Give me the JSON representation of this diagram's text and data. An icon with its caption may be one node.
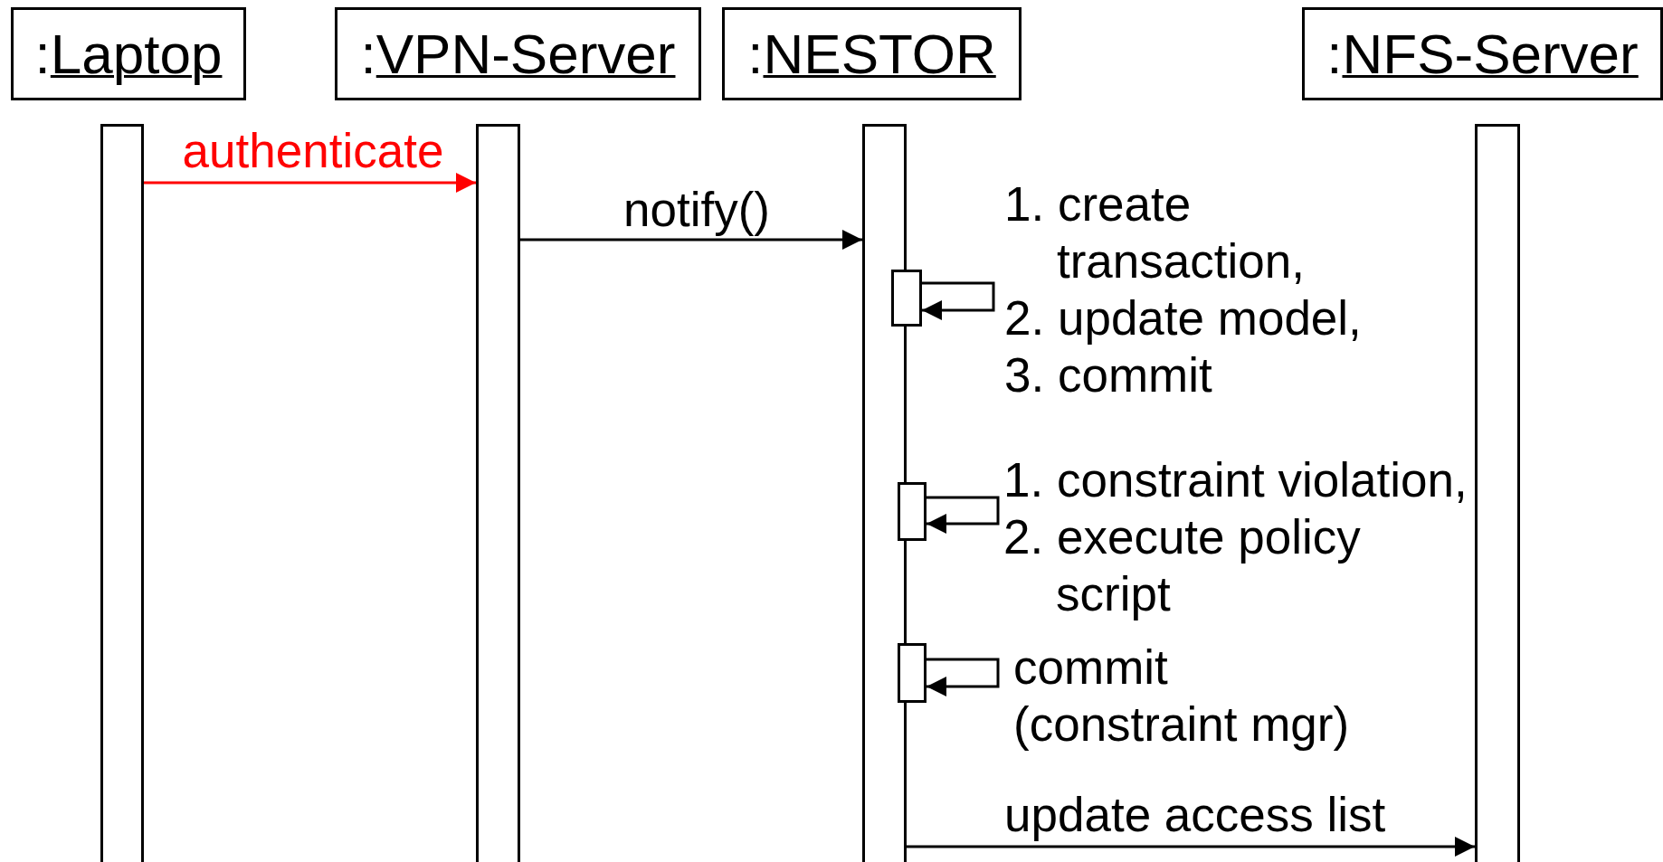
{
  "diagram": {
    "nodes": [
      {
        "text": [
          ":Laptop"
        ]
      },
      {
        "text": [
          ":VPN-Server"
        ]
      },
      {
        "text": [
          ":NESTOR"
        ]
      },
      {
        "text": [
          ":NFS-Server"
        ]
      },
      {
        "text": [],
        "shape": "bar"
      },
      {
        "text": [],
        "shape": "bar"
      },
      {
        "text": [],
        "shape": "bar"
      },
      {
        "text": [],
        "shape": "bar"
      },
      {
        "text": [],
        "shape": "box"
      },
      {
        "text": [],
        "shape": "box"
      },
      {
        "text": [],
        "shape": "box"
      }
    ],
    "edges": [
      {
        "from": 4,
        "to": 5,
        "arrow": "to",
        "label": "authenticate",
        "color": "#ff0000"
      },
      {
        "from": 5,
        "to": 6,
        "arrow": "to",
        "label": "notify()"
      },
      {
        "from": 8,
        "to": 8,
        "arrow": "to",
        "label": "1. create transaction, 2. update model, 3. commit"
      },
      {
        "from": 9,
        "to": 9,
        "arrow": "to",
        "label": "1. constraint violation, 2. execute policy script"
      },
      {
        "from": 10,
        "to": 10,
        "arrow": "to",
        "label": "commit (constraint mgr)"
      },
      {
        "from": 6,
        "to": 7,
        "arrow": "to",
        "label": "update access list"
      }
    ]
  }
}
